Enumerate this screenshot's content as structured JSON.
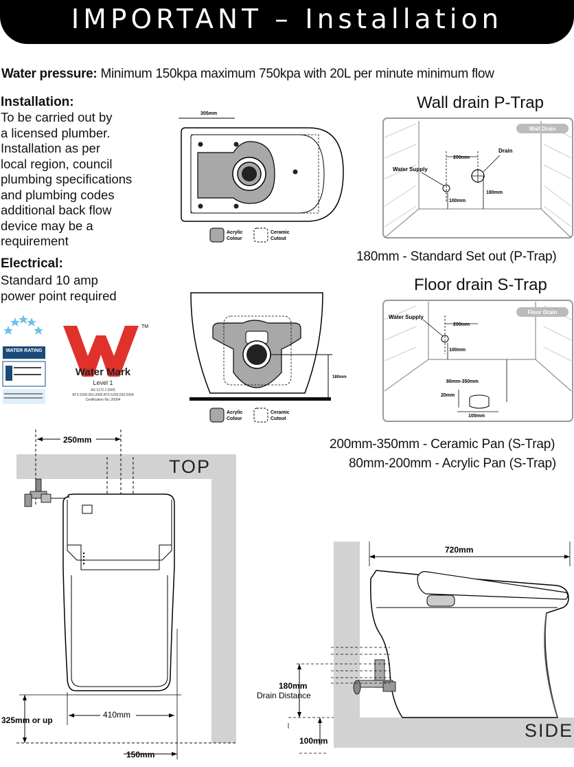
{
  "header": {
    "title": "IMPORTANT – Installation"
  },
  "water_pressure": {
    "label": "Water pressure:",
    "text": " Minimum 150kpa maximum 750kpa with 20L per minute minimum flow"
  },
  "installation": {
    "heading": "Installation:",
    "lines": [
      "To be carried out by",
      "a licensed plumber.",
      "Installation as per",
      "local region, council",
      "plumbing specifications",
      "and plumbing codes",
      "additional back flow",
      "device may be a",
      "requirement"
    ]
  },
  "electrical": {
    "heading": "Electrical:",
    "lines": [
      "Standard 10 amp",
      "power point required"
    ]
  },
  "water_rating": {
    "title": "WATER RATING"
  },
  "watermark": {
    "brand": "Water Mark",
    "level": "Level 1",
    "standards": [
      "AS 1172.1:2005",
      "ATS 5200.051:2005   ATS 5200.020:2004",
      "Certification No.:20094"
    ],
    "tm": "TM"
  },
  "top_diagram": {
    "dim_top": "305mm",
    "legend_acrylic": [
      "Acrylic",
      "Colour"
    ],
    "legend_ceramic": [
      "Ceramic",
      "Cutout"
    ]
  },
  "front_diagram": {
    "dim": "180mm",
    "legend_acrylic": [
      "Acrylic",
      "Colour"
    ],
    "legend_ceramic": [
      "Ceramic",
      "Cutout"
    ]
  },
  "wall_drain": {
    "title": "Wall drain P-Trap",
    "badge": "Wall Drain",
    "water_supply": "Water Supply",
    "drain": "Drain",
    "dim_200": "200mm",
    "dim_180": "180mm",
    "dim_100": "100mm",
    "caption": "180mm - Standard Set out (P-Trap)"
  },
  "floor_drain": {
    "title": "Floor drain S-Trap",
    "badge": "Floor Drain",
    "water_supply": "Water Supply",
    "dim_200": "200mm",
    "dim_100a": "100mm",
    "dim_range": "80mm-350mm",
    "dim_20": "20mm",
    "dim_100b": "100mm",
    "captions": [
      "200mm-350mm - Ceramic Pan (S-Trap)",
      "80mm-200mm - Acrylic Pan (S-Trap)"
    ]
  },
  "top_view": {
    "label": "TOP",
    "dim_250": "250mm",
    "dim_410": "410mm",
    "dim_325": "325mm or up",
    "dim_150": "150mm"
  },
  "side_view": {
    "label": "SIDE",
    "dim_720": "720mm",
    "dim_180": "180mm",
    "drain_distance": "Drain Distance",
    "dim_100": "100mm"
  }
}
